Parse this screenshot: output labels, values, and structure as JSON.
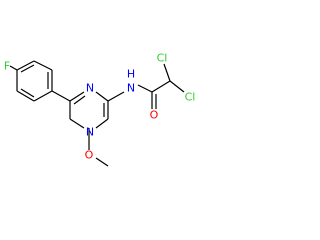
{
  "molecule": {
    "atoms": {
      "F": {
        "text": "F",
        "color": "#33cc33"
      },
      "N_ring_upper": {
        "text": "N",
        "color": "#0000ff"
      },
      "N_ring_lower": {
        "text": "N",
        "color": "#0000ff"
      },
      "N_amide": {
        "text": "N",
        "color": "#0000ff"
      },
      "H_amide": {
        "text": "H",
        "color": "#0000ff"
      },
      "O_methoxy": {
        "text": "O",
        "color": "#ff0000"
      },
      "O_carbonyl": {
        "text": "O",
        "color": "#ff0000"
      },
      "Cl_left": {
        "text": "Cl",
        "color": "#33cc33"
      },
      "Cl_right": {
        "text": "Cl",
        "color": "#33cc33"
      }
    },
    "bond_color": "#000000"
  }
}
